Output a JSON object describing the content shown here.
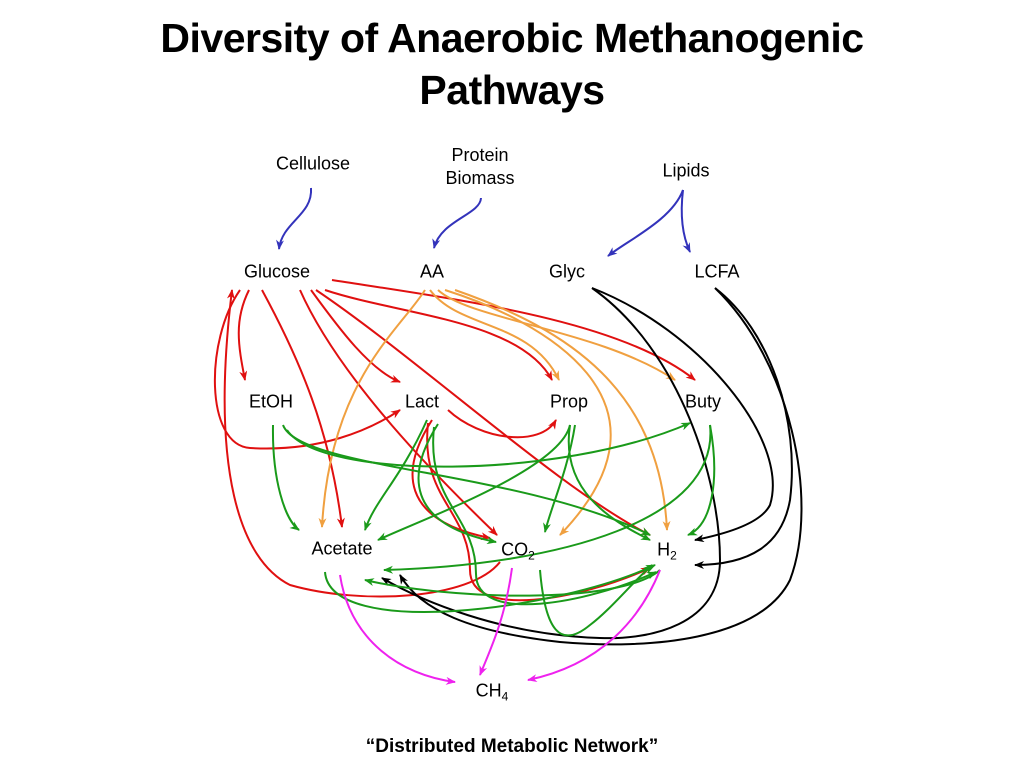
{
  "title": {
    "line1": "Diversity of Anaerobic Methanogenic",
    "line2": "Pathways"
  },
  "nodes": {
    "cellulose": "Cellulose",
    "protein_line1": "Protein",
    "protein_line2": "Biomass",
    "lipids": "Lipids",
    "glucose": "Glucose",
    "aa": "AA",
    "glyc": "Glyc",
    "lcfa": "LCFA",
    "etoh": "EtOH",
    "lact": "Lact",
    "prop": "Prop",
    "buty": "Buty",
    "acetate": "Acetate",
    "co2_base": "CO",
    "co2_sub": "2",
    "h2_base": "H",
    "h2_sub": "2",
    "ch4_base": "CH",
    "ch4_sub": "4"
  },
  "caption": "“Distributed Metabolic Network”",
  "colors": {
    "blue": "#3333bb",
    "red": "#e01010",
    "orange": "#f0a040",
    "green": "#1a9a1a",
    "black": "#000000",
    "magenta": "#ee22ee"
  },
  "edges": [
    {
      "from": "cellulose",
      "to": "glucose",
      "color": "blue"
    },
    {
      "from": "protein",
      "to": "aa",
      "color": "blue"
    },
    {
      "from": "lipids",
      "to": "glyc",
      "color": "blue"
    },
    {
      "from": "lipids",
      "to": "lcfa",
      "color": "blue"
    },
    {
      "from": "glucose",
      "to": "etoh",
      "color": "red"
    },
    {
      "from": "glucose",
      "to": "lact",
      "color": "red"
    },
    {
      "from": "glucose",
      "to": "prop",
      "color": "red"
    },
    {
      "from": "glucose",
      "to": "buty",
      "color": "red"
    },
    {
      "from": "glucose",
      "to": "acetate",
      "color": "red"
    },
    {
      "from": "glucose",
      "to": "co2",
      "color": "red"
    },
    {
      "from": "glucose",
      "to": "h2",
      "color": "red"
    },
    {
      "from": "etoh",
      "to": "lact",
      "color": "red"
    },
    {
      "from": "lact",
      "to": "prop",
      "color": "red"
    },
    {
      "from": "lact",
      "to": "co2",
      "color": "red"
    },
    {
      "from": "lact",
      "to": "h2",
      "color": "red"
    },
    {
      "from": "co2",
      "to": "acetate",
      "color": "red"
    },
    {
      "from": "aa",
      "to": "acetate",
      "color": "orange"
    },
    {
      "from": "aa",
      "to": "prop",
      "color": "orange"
    },
    {
      "from": "aa",
      "to": "buty",
      "color": "orange"
    },
    {
      "from": "aa",
      "to": "co2",
      "color": "orange"
    },
    {
      "from": "aa",
      "to": "h2",
      "color": "orange"
    },
    {
      "from": "glyc",
      "to": "h2",
      "color": "black"
    },
    {
      "from": "glyc",
      "to": "acetate",
      "color": "black"
    },
    {
      "from": "lcfa",
      "to": "h2",
      "color": "black"
    },
    {
      "from": "lcfa",
      "to": "acetate",
      "color": "black"
    },
    {
      "from": "etoh",
      "to": "acetate",
      "color": "green"
    },
    {
      "from": "etoh",
      "to": "h2",
      "color": "green"
    },
    {
      "from": "etoh",
      "to": "buty",
      "color": "green"
    },
    {
      "from": "lact",
      "to": "acetate",
      "color": "green"
    },
    {
      "from": "lact",
      "to": "co2",
      "color": "green"
    },
    {
      "from": "lact",
      "to": "h2",
      "color": "green"
    },
    {
      "from": "prop",
      "to": "acetate",
      "color": "green"
    },
    {
      "from": "prop",
      "to": "co2",
      "color": "green"
    },
    {
      "from": "prop",
      "to": "h2",
      "color": "green"
    },
    {
      "from": "buty",
      "to": "acetate",
      "color": "green"
    },
    {
      "from": "buty",
      "to": "h2",
      "color": "green"
    },
    {
      "from": "acetate",
      "to": "h2",
      "color": "green"
    },
    {
      "from": "co2",
      "to": "h2",
      "color": "green"
    },
    {
      "from": "h2",
      "to": "acetate",
      "color": "green"
    },
    {
      "from": "acetate",
      "to": "ch4",
      "color": "magenta"
    },
    {
      "from": "co2",
      "to": "ch4",
      "color": "magenta"
    },
    {
      "from": "h2",
      "to": "ch4",
      "color": "magenta"
    }
  ]
}
